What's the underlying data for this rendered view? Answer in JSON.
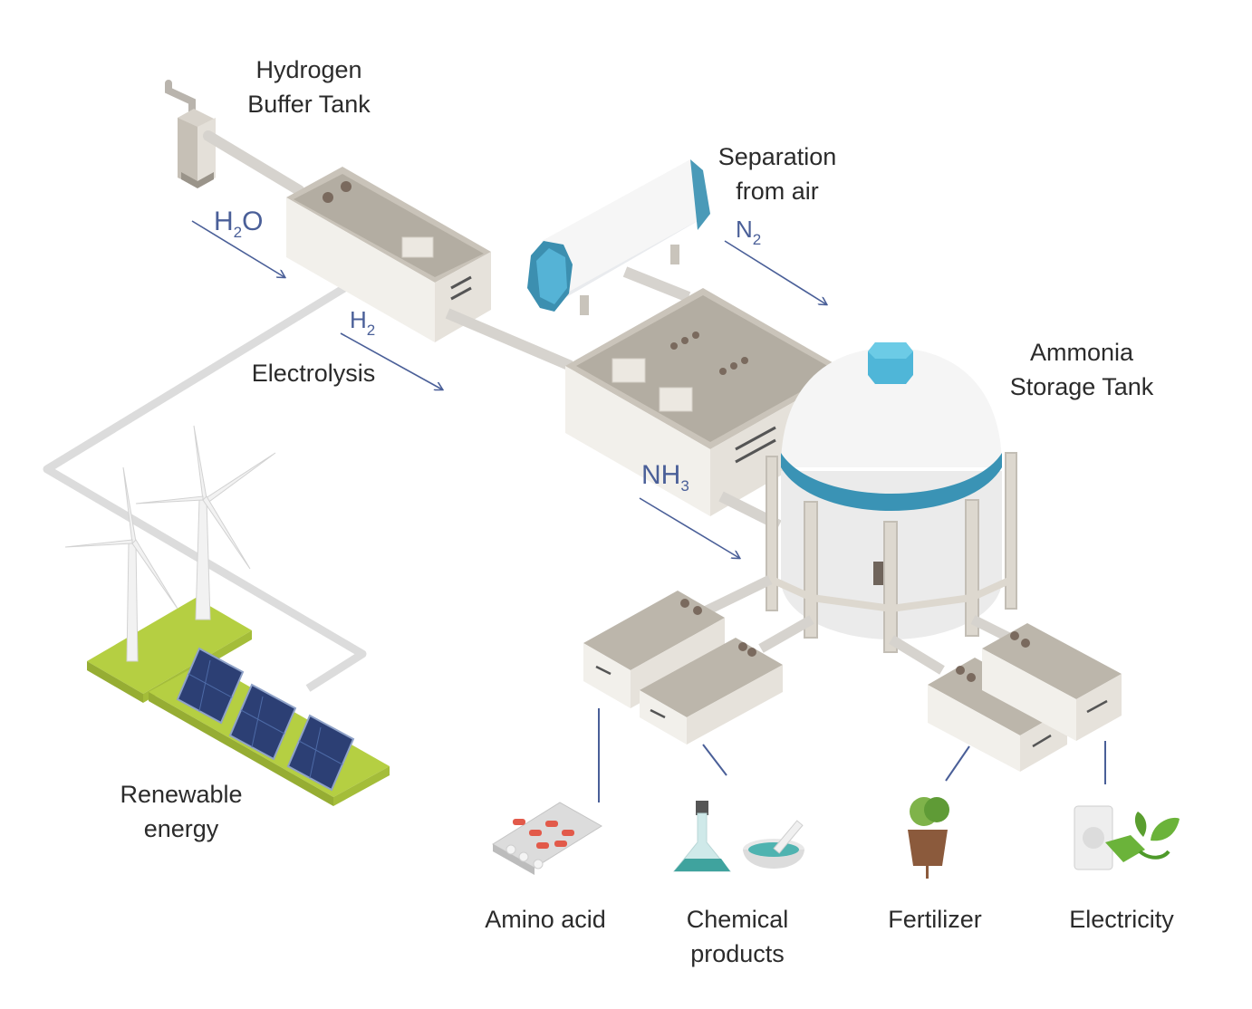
{
  "labels": {
    "hydrogen_tank": [
      "Hydrogen",
      "Buffer Tank"
    ],
    "separation": [
      "Separation",
      "from air"
    ],
    "ammonia_tank": [
      "Ammonia",
      "Storage Tank"
    ],
    "electrolysis": "Electrolysis",
    "renewable": [
      "Renewable",
      "energy"
    ],
    "amino_acid": "Amino acid",
    "chemical": [
      "Chemical",
      "products"
    ],
    "fertilizer": "Fertilizer",
    "electricity": "Electricity"
  },
  "chem": {
    "h2o": {
      "main": "H",
      "sub": "2",
      "tail": "O"
    },
    "h2": {
      "main": "H",
      "sub": "2"
    },
    "n2": {
      "main": "N",
      "sub": "2"
    },
    "nh3": {
      "main": "NH",
      "sub": "3"
    }
  },
  "colors": {
    "arrow": "#4a5f98",
    "pipe": "#d6d3ce",
    "building_wall": "#f1efea",
    "building_roof": "#b8b2a8",
    "tank_white": "#f3f3f3",
    "tank_accent": "#4fb6d8",
    "tank_band": "#3a93b5",
    "grass": "#b5cf42",
    "solar": "#2c3f74"
  }
}
